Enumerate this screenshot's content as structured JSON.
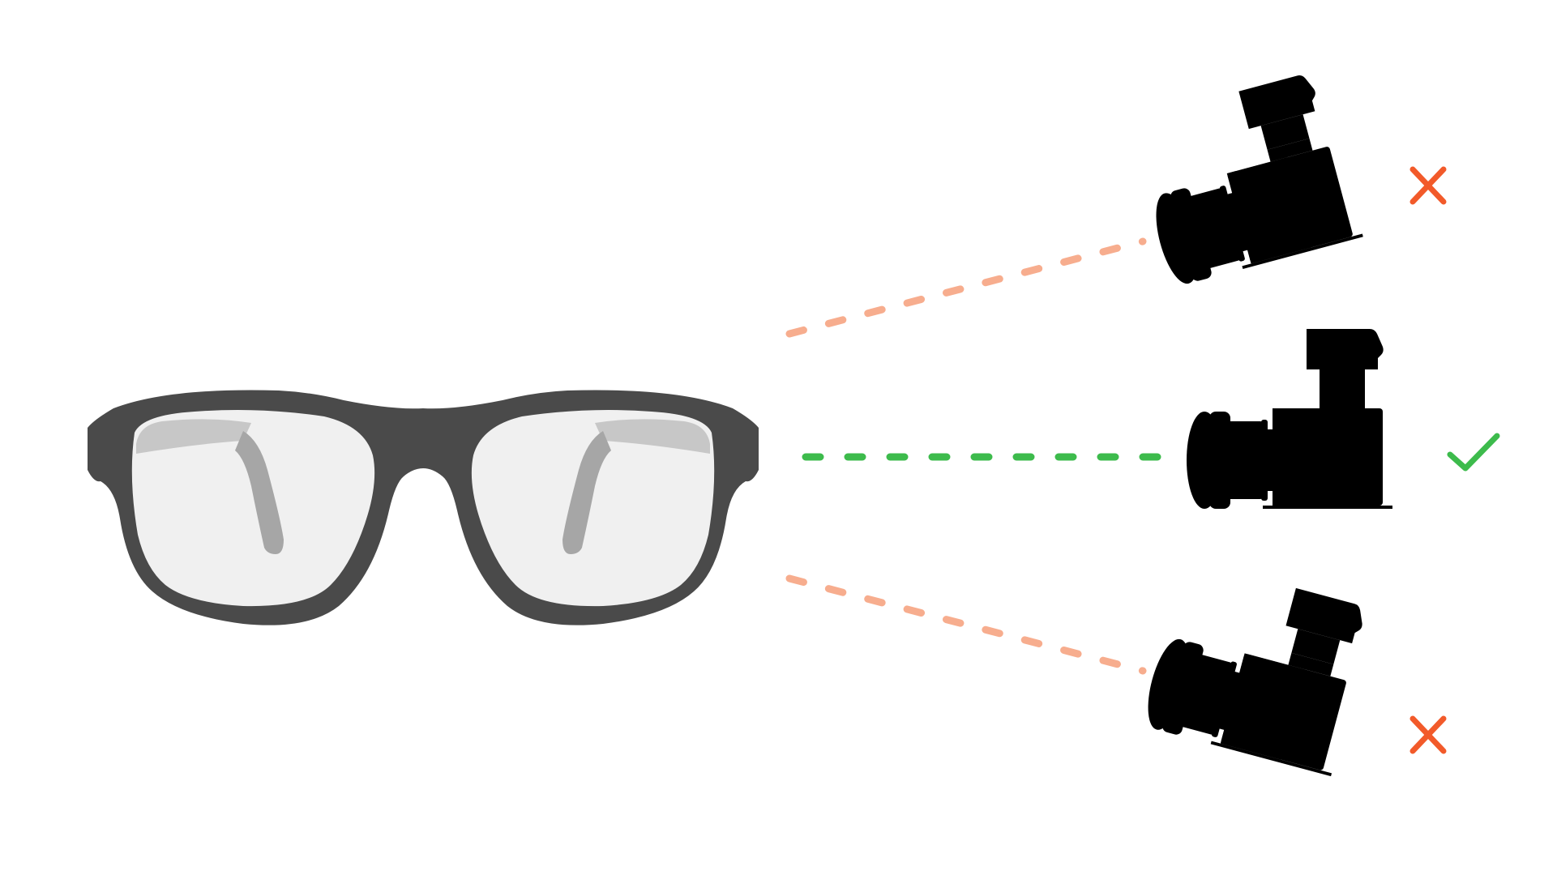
{
  "diagram": {
    "subject": {
      "icon": "eyeglasses-icon"
    },
    "colors": {
      "frame": "#4a4a4a",
      "lens": "#f0f0f0",
      "nose_pad": "#a6a6a6",
      "camera_body": "#3a4048",
      "camera_mid": "#4e5661",
      "camera_light": "#5c6570",
      "accent_yellow": "#f5d320",
      "ghost_body": "#c8c9cb",
      "ghost_dark": "#b3b4b6",
      "ghost_yellow": "#f4efb3",
      "good_line": "#3dbb4c",
      "bad_line": "#f7ad8e",
      "check": "#3dbb4c",
      "cross": "#f25a2a"
    },
    "viewpoints": [
      {
        "position": "upper",
        "tilt": "angled-down",
        "status": "incorrect",
        "status_icon": "cross-icon"
      },
      {
        "position": "center",
        "tilt": "level",
        "status": "correct",
        "status_icon": "checkmark-icon"
      },
      {
        "position": "lower",
        "tilt": "angled-up",
        "status": "incorrect",
        "status_icon": "cross-icon"
      }
    ]
  }
}
